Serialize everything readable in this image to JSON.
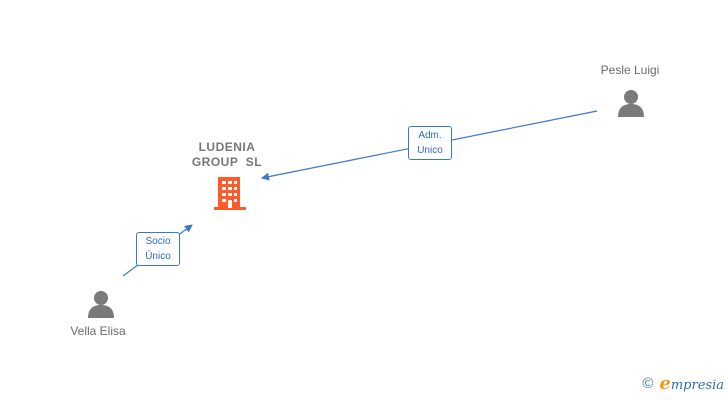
{
  "company": {
    "name_line1": "LUDENIA",
    "name_line2": "GROUP  SL",
    "color": "#ff5a2a"
  },
  "persons": [
    {
      "name": "Pesle Luigi"
    },
    {
      "name": "Vella Elisa"
    }
  ],
  "relations": [
    {
      "line1": "Adm.",
      "line2": "Unico"
    },
    {
      "line1": "Socio",
      "line2": "Único"
    }
  ],
  "colors": {
    "edge": "#3a78d0",
    "person_icon": "#7a7a7a",
    "label_text": "#6b6b6b"
  },
  "footer": {
    "copyright_symbol": "©",
    "brand_first": "e",
    "brand_rest": "mpresia"
  }
}
